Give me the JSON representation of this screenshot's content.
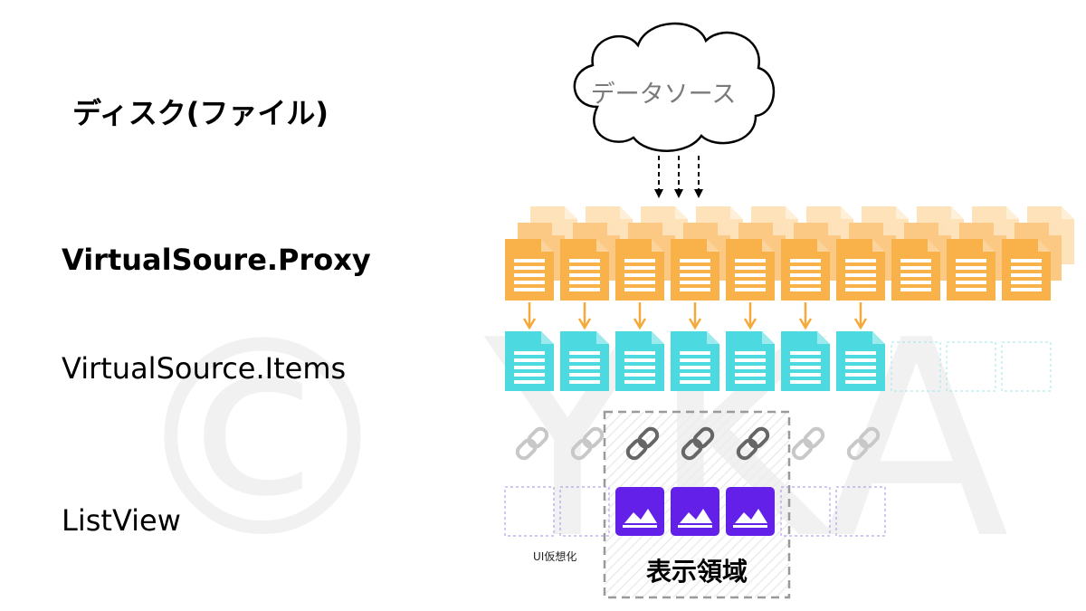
{
  "labels": {
    "disk": "ディスク(ファイル)",
    "proxy": "VirtualSoure.Proxy",
    "items": "VirtualSource.Items",
    "listview": "ListView"
  },
  "data_source": {
    "label": "データソース"
  },
  "ui_virtualization": {
    "label": "UI仮想化"
  },
  "display_area": {
    "label": "表示領域"
  },
  "watermark": {
    "text": "© YKA"
  },
  "proxy_row": {
    "count": 10,
    "stack_depth": 3,
    "color": "#F9B14A"
  },
  "items_row": {
    "loaded_count": 7,
    "empty_count": 3,
    "color": "#4DD9E0"
  },
  "links_row": {
    "count": 7,
    "active_indices": [
      2,
      3,
      4
    ]
  },
  "list_row": {
    "slot_count": 7,
    "visible_indices": [
      2,
      3,
      4
    ],
    "color": "#6220E8"
  },
  "colors": {
    "proxy": "#F9B14A",
    "proxy_faded": "#FDE2BA",
    "items": "#4DD9E0",
    "arrow": "#F6A93B",
    "image_tile": "#6220E8",
    "dashed_border": "#9a9a9a",
    "slot_border": "#a58ee6",
    "link_active": "#666666",
    "link_inactive": "#c8c8c8"
  }
}
